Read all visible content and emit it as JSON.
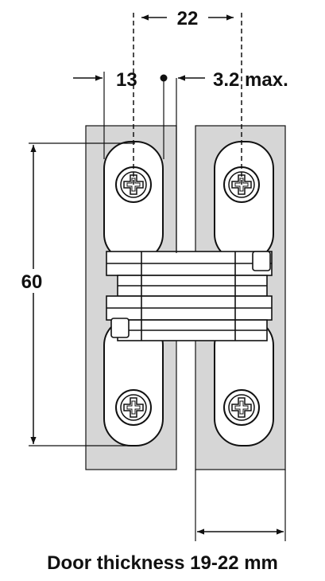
{
  "diagram": {
    "dimensions": {
      "screw_spacing": "22",
      "edge_offset": "13",
      "gap": "3.2 max.",
      "height": "60"
    },
    "caption": "Door thickness 19-22 mm"
  },
  "colors": {
    "panel": "#d6d6d6",
    "line": "#111111",
    "background": "#ffffff"
  }
}
